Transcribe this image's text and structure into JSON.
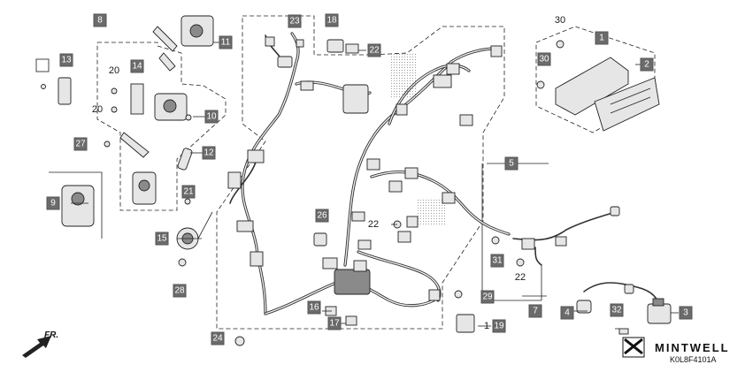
{
  "diagram": {
    "callouts": {
      "c1": "1",
      "c2": "2",
      "c3": "3",
      "c4": "4",
      "c5": "5",
      "c7": "7",
      "c8": "8",
      "c9": "9",
      "c10": "10",
      "c11": "11",
      "c12": "12",
      "c13": "13",
      "c14": "14",
      "c15": "15",
      "c16": "16",
      "c17": "17",
      "c18": "18",
      "c19": "19",
      "c21": "21",
      "c22b": "22",
      "c23": "23",
      "c24": "24",
      "c26": "26",
      "c28": "28",
      "c29": "29",
      "c30b": "30",
      "c31": "31",
      "c32": "32"
    },
    "labels": {
      "l20a": "20",
      "l20b": "20",
      "l27": "27",
      "l30": "30",
      "l22a": "22",
      "l22b": "22",
      "l1b": "1"
    },
    "direction_label": "FR.",
    "brand": "MINTWELL",
    "diagram_code": "K0L8F4101A"
  }
}
